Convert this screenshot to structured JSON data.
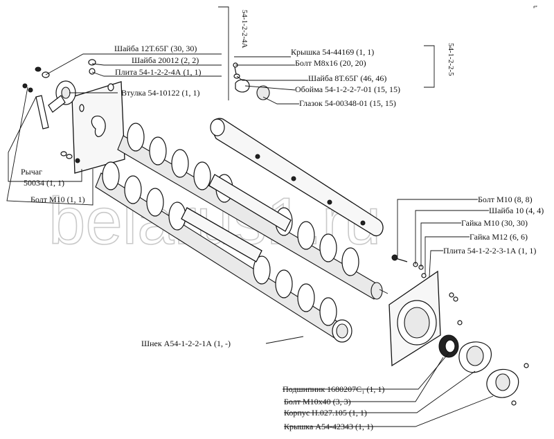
{
  "watermark": "belarus1.ru",
  "corner_mark": "#*",
  "groups": {
    "g1": "54-1-2-2-4А",
    "g2": "54-1-2-2-5"
  },
  "labels": {
    "washer_12t": "Шайба 12Т.65Г (30, 30)",
    "washer_20012": "Шайба 20012 (2, 2)",
    "plate_4a": "Плита 54-1-2-2-4А (1, 1)",
    "bushing": "Втулка 54-10122 (1, 1)",
    "lever_a": "Рычаг",
    "lever_b": "50034 (1, 1)",
    "bolt_m10_left": "Болт М10 (1, 1)",
    "cover_44169": "Крышка 54-44169 (1, 1)",
    "bolt_m8": "Болт М8х16 (20, 20)",
    "washer_8t": "Шайба 8Т.65Г (46, 46)",
    "clamp": "Обойма 54-1-2-2-7-01 (15, 15)",
    "eyelet": "Глазок 54-00348-01 (15, 15)",
    "bolt_m10_right": "Болт М10 (8, 8)",
    "washer_10": "Шайба 10 (4, 4)",
    "nut_m10": "Гайка М10 (30, 30)",
    "nut_m12": "Гайка М12 (6, 6)",
    "plate_3_1a": "Плита 54-1-2-2-3-1А (1, 1)",
    "auger": "Шнек А54-1-2-2-1А (1, -)",
    "bearing": "Подшипник 1680207С₁ (1, 1)",
    "bolt_m10x40": "Болт М10х40 (3, 3)",
    "housing": "Корпус Н.027.105 (1, 1)",
    "cover_42343": "Крышка А54-42343 (1, 1)"
  }
}
